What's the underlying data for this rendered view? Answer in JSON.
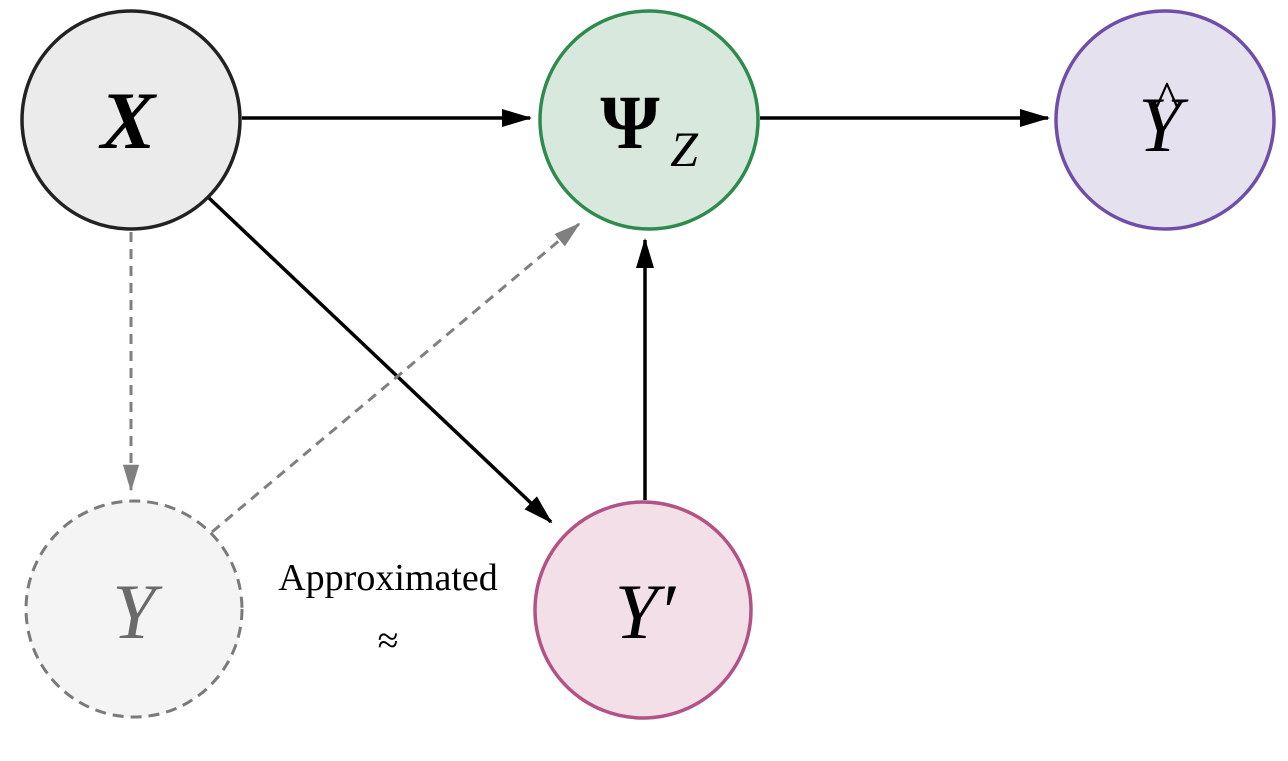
{
  "nodes": {
    "x": {
      "label": "X",
      "fill": "#ebebeb",
      "stroke": "#222222"
    },
    "psi": {
      "label": "Ψ",
      "subscript": "Z",
      "fill": "#d8e8dc",
      "stroke": "#2e8b4e"
    },
    "yhat": {
      "label": "Y",
      "hat": "^",
      "fill": "#e6e1ef",
      "stroke": "#6f4ea9"
    },
    "y": {
      "label": "Y",
      "fill": "#f4f4f4",
      "stroke": "#7a7a7a"
    },
    "yprime": {
      "label": "Y′",
      "fill": "#f3dfe8",
      "stroke": "#b35284"
    }
  },
  "annotation": {
    "text": "Approximated",
    "symbol": "≈"
  },
  "colors": {
    "solid_edge": "#000000",
    "dashed_edge": "#808080"
  }
}
